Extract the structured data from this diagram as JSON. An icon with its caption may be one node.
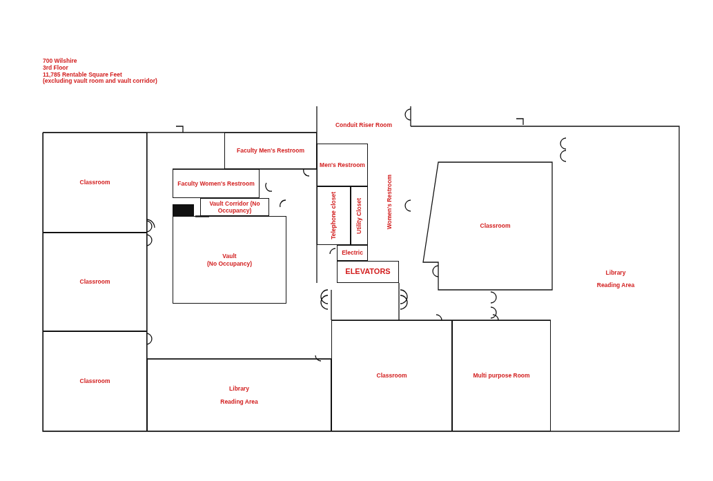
{
  "diagram": {
    "nodes": [
      {
        "text": [
          "Classroom"
        ]
      },
      {
        "text": [
          "Classroom"
        ]
      },
      {
        "text": [
          "Classroom"
        ]
      },
      {
        "text": [
          "Faculty Men's Restroom"
        ]
      },
      {
        "text": [
          "Faculty Women's Restroom"
        ]
      },
      {
        "text": [
          "Vault Corridor (No Occupancy)"
        ]
      },
      {
        "text": [
          "Vault",
          "(No Occupancy)"
        ]
      },
      {
        "text": [
          "Conduit Riser Room"
        ]
      },
      {
        "text": [
          "Men's Restroom"
        ]
      },
      {
        "text": [
          "Telephone closet"
        ]
      },
      {
        "text": [
          "Utility Closet"
        ]
      },
      {
        "text": [
          "Women's Restroom"
        ]
      },
      {
        "text": [
          "Electric"
        ]
      },
      {
        "text": [
          "ELEVATORS"
        ]
      },
      {
        "text": [
          "Classroom"
        ]
      },
      {
        "text": [
          "Library",
          "Reading Area"
        ]
      },
      {
        "text": [
          "Library",
          "Reading Area"
        ]
      },
      {
        "text": [
          "Classroom"
        ]
      },
      {
        "text": [
          "Multi purpose Room"
        ]
      }
    ],
    "labels": [
      "700 Wilshire",
      "3rd Floor",
      "11,785 Rentable Square Feet",
      "(excluding vault room and vault corridor)"
    ]
  }
}
